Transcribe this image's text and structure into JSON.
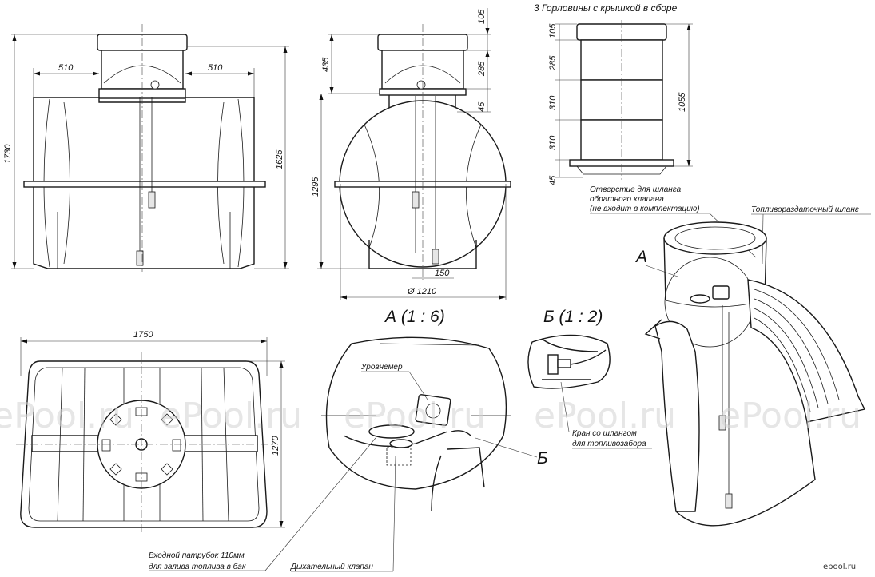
{
  "title": "3 Горловины с крышкой в сборе",
  "dimensions": {
    "front_left_width": "510",
    "front_right_width": "510",
    "total_height": "1730",
    "body_height": "1625",
    "side_neck_height": "435",
    "side_body_height": "1295",
    "neck_top": "105",
    "neck_mid": "285",
    "neck_base": "45",
    "diameter": "Ø 1210",
    "foot": "150",
    "top_width": "1750",
    "top_depth": "1270",
    "ring_1": "105",
    "ring_2": "285",
    "ring_3": "310",
    "ring_4": "310",
    "ring_5": "45",
    "neck_total": "1055"
  },
  "views": {
    "detail_a": "А (1 : 6)",
    "detail_b": "Б (1 : 2)",
    "marker_a": "А",
    "marker_b": "Б"
  },
  "labels": {
    "return_hole_1": "Отверстие для шланга",
    "return_hole_2": "обратного клапана",
    "return_hole_3": "(не входит в комплектацию)",
    "fuel_hose": "Топливораздаточный шланг",
    "level_gauge": "Уровнемер",
    "valve_1": "Кран со шлангом",
    "valve_2": "для топливозабора",
    "inlet_1": "Входной патрубок 110мм",
    "inlet_2": "для залива топлива в бак",
    "breather": "Дыхательный клапан"
  },
  "watermark": "ePool.ru",
  "logo": "epool.ru"
}
